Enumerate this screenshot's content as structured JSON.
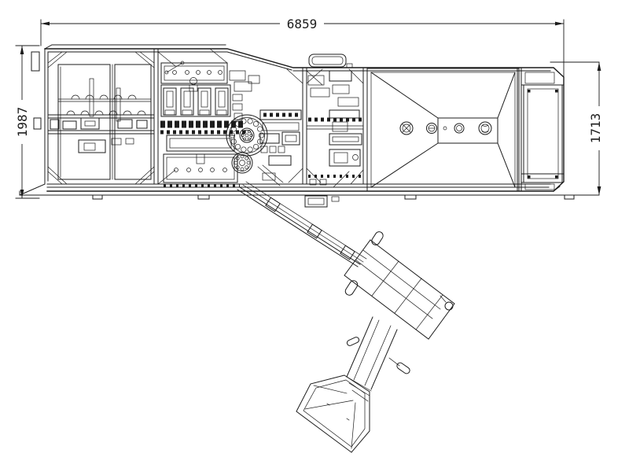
{
  "drawing": {
    "type": "cad-top-view-engineering-drawing",
    "background_color": "#ffffff",
    "line_color": "#1c1c1c",
    "dimensions": {
      "overall_length": "6859",
      "left_height": "1987",
      "right_height": "1713"
    }
  }
}
